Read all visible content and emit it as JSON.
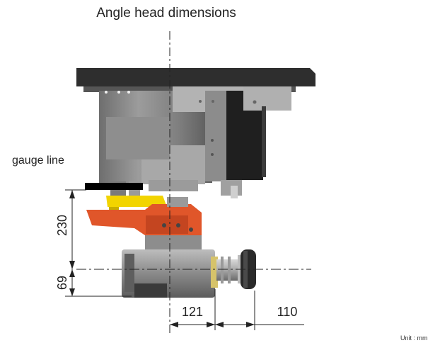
{
  "title": "Angle head dimensions",
  "gauge_label": "gauge line",
  "unit_label": "Unit : mm",
  "dimensions": {
    "vertical_upper": "230",
    "vertical_lower": "69",
    "horizontal_left": "121",
    "horizontal_right": "110"
  },
  "colors": {
    "housing_dark": "#3a3a3a",
    "housing_grey": "#8f8f8f",
    "orange": "#e0562a",
    "yellow": "#f2d400"
  }
}
